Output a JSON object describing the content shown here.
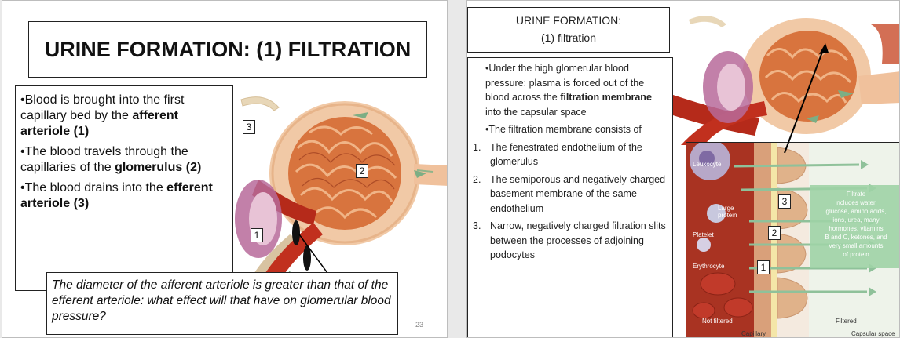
{
  "slide1": {
    "title": "URINE FORMATION: (1) FILTRATION",
    "bullet1_pre": "•Blood is brought into the first capillary bed by the ",
    "bullet1_bold": "afferent arteriole (1)",
    "bullet2_pre": "•The blood travels through the capillaries of  the ",
    "bullet2_bold": "glomerulus",
    "bullet2_post": " (2)",
    "bullet3_pre": "•The blood drains into the ",
    "bullet3_bold": "efferent arteriole (3)",
    "question": "The diameter of the afferent arteriole is greater than that of the efferent arteriole: what effect will that have on glomerular blood pressure?",
    "page_number": "23",
    "label1": "1",
    "label2": "2",
    "label3": "3"
  },
  "slide2": {
    "title_line1": "URINE FORMATION:",
    "title_line2": "(1) filtration",
    "bullet1_pre": "•Under the high glomerular blood pressure: plasma is forced out of the blood across the ",
    "bullet1_bold": "filtration membrane",
    "bullet1_post": " into the capsular space",
    "bullet2": "•The filtration membrane consists of",
    "list": [
      {
        "num": "1.",
        "text": "The fenestrated endothelium of the glomerulus"
      },
      {
        "num": "2.",
        "text": "The semiporous and negatively-charged basement membrane of the same endothelium"
      },
      {
        "num": "3.",
        "text": "Narrow, negatively charged filtration slits between the processes of adjoining podocytes"
      }
    ],
    "inset": {
      "leukocyte": "Leukocyte",
      "large_protein_1": "Large",
      "large_protein_2": "protein",
      "platelet": "Platelet",
      "erythrocyte": "Erythrocyte",
      "not_filtered": "Not filtered",
      "filtered": "Filtered",
      "capillary": "Capillary",
      "capsular_space": "Capsular space",
      "filtrate_lines": [
        "Filtrate",
        "includes water,",
        "glucose, amino acids,",
        "ions, urea, many",
        "hormones, vitamins",
        "B and C, ketones, and",
        "very small amounts",
        "of protein"
      ],
      "label1": "1",
      "label2": "2",
      "label3": "3"
    }
  }
}
